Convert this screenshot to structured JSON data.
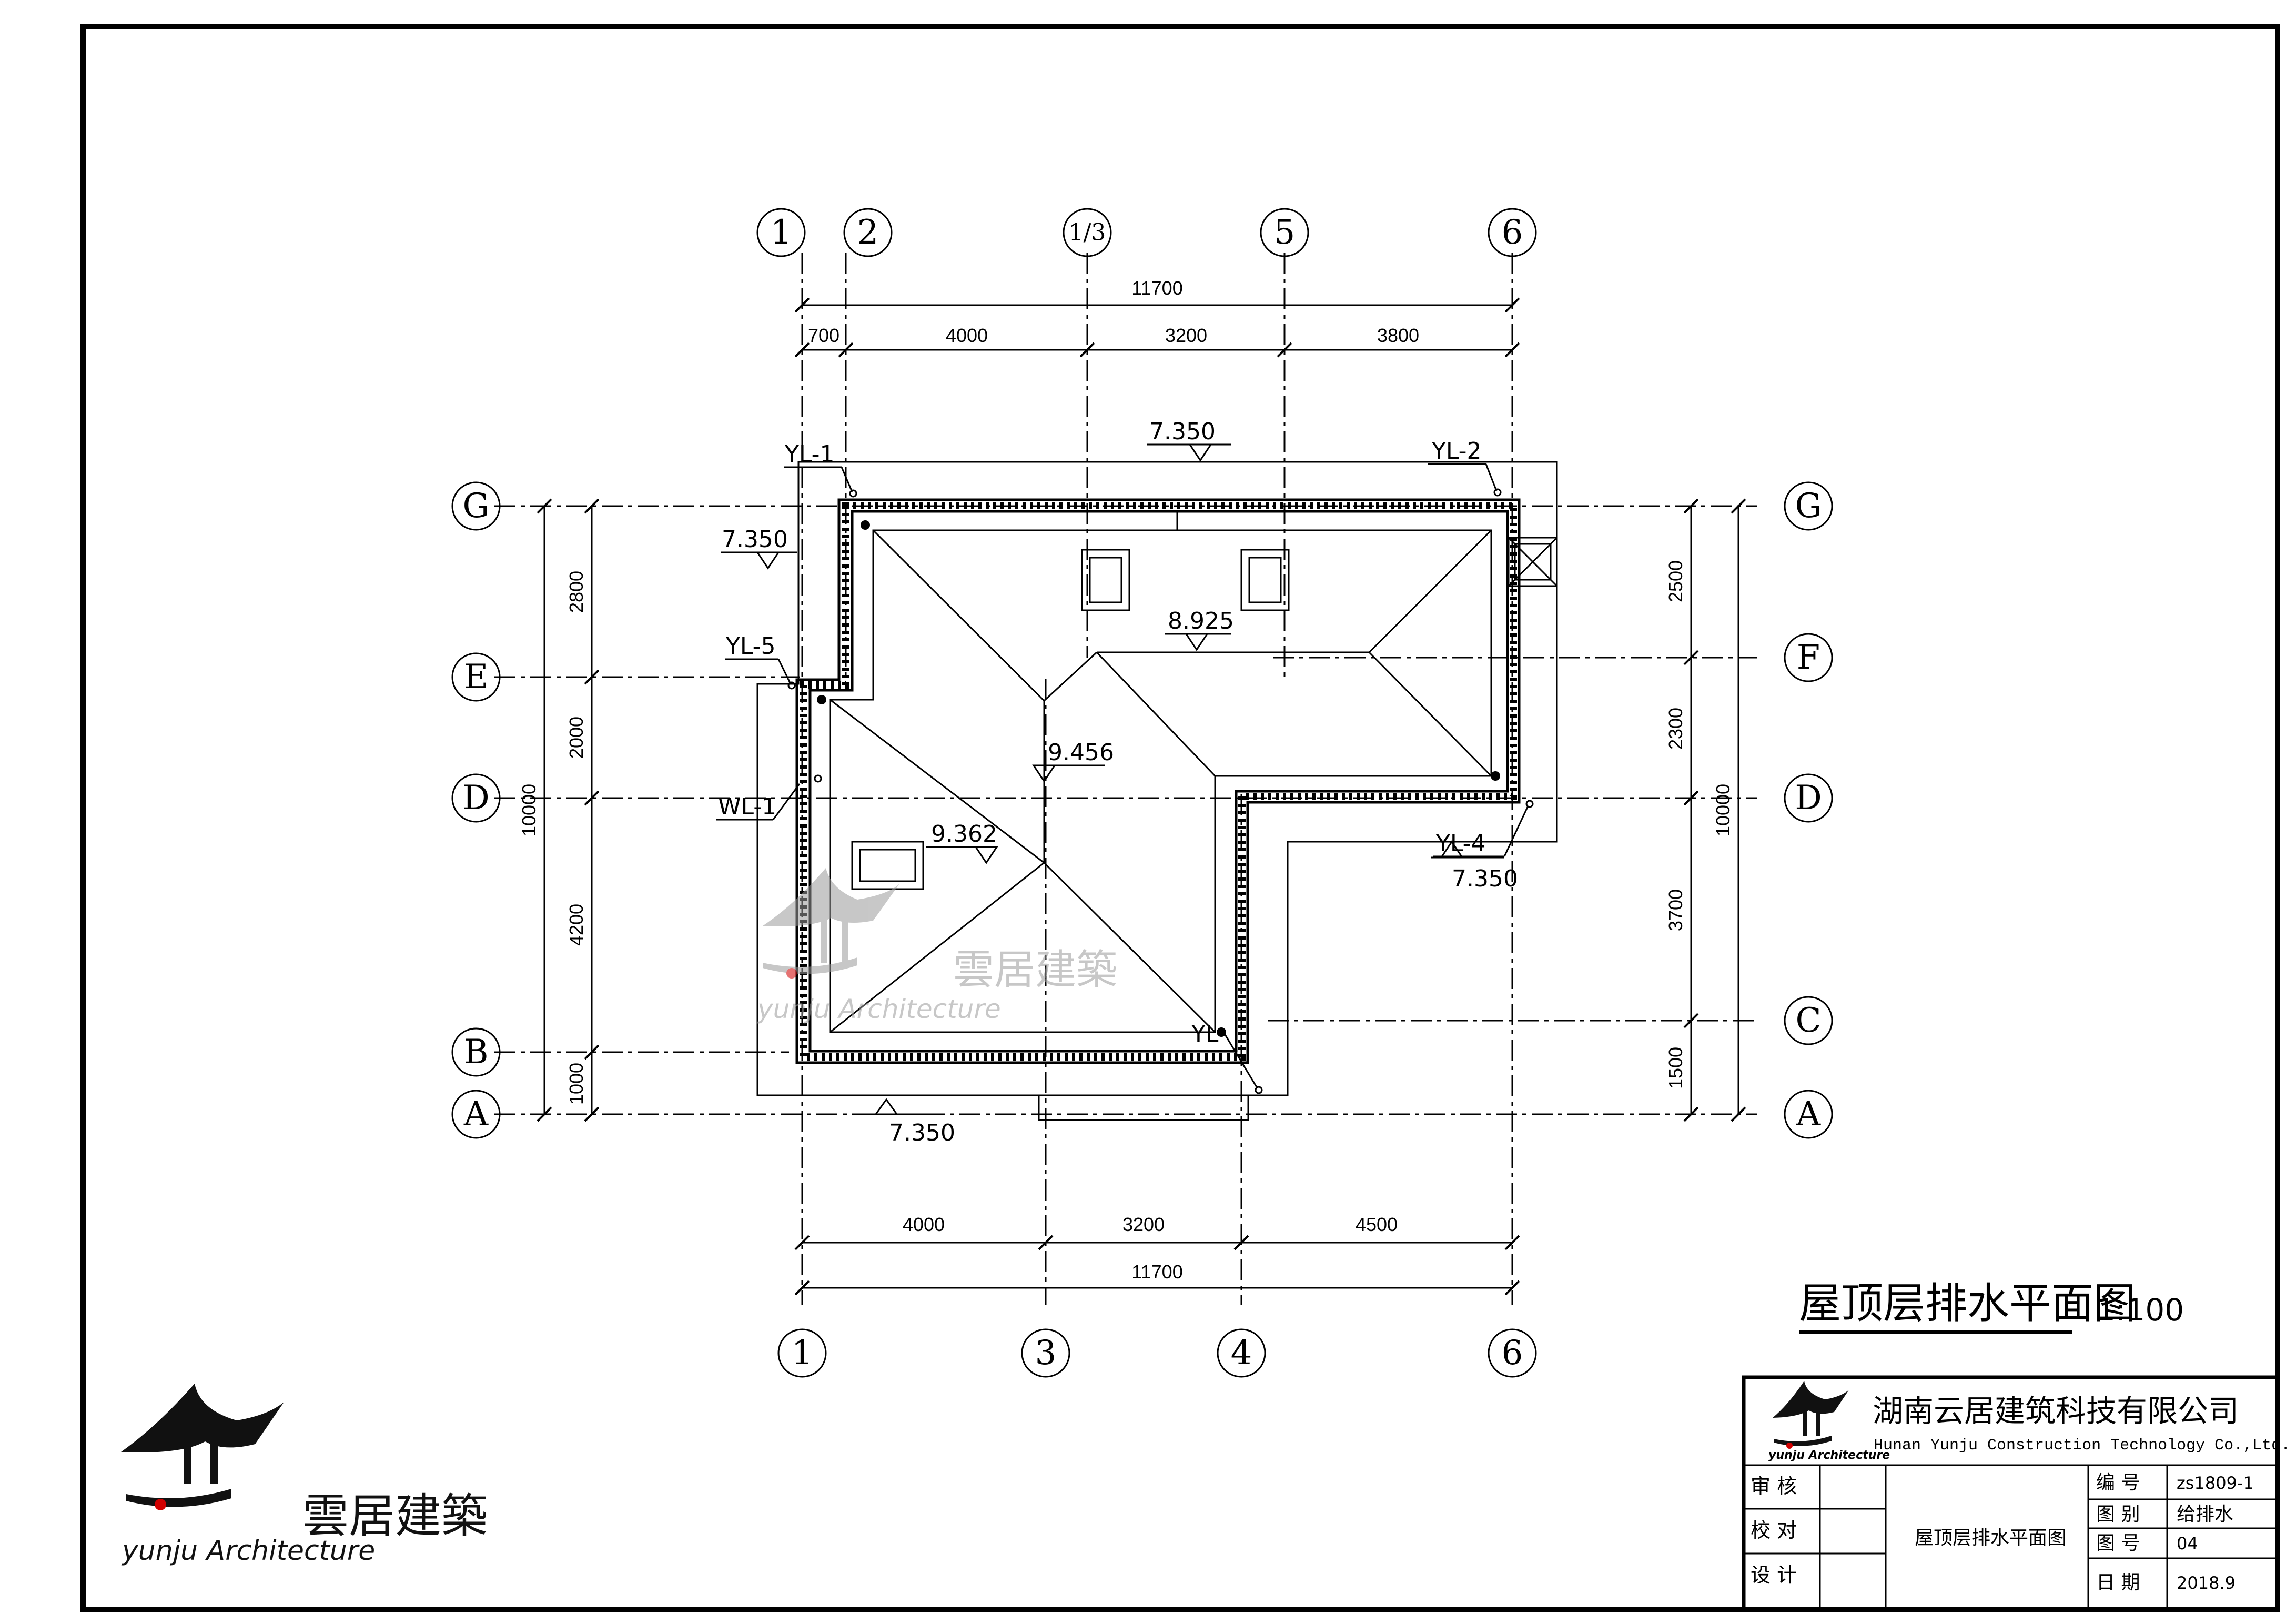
{
  "drawing": {
    "title": "屋顶层排水平面图",
    "scale": "1:100",
    "top_axes": [
      "1",
      "2",
      "1/3",
      "5",
      "6"
    ],
    "bottom_axes": [
      "1",
      "3",
      "4",
      "6"
    ],
    "left_axes": [
      "G",
      "E",
      "D",
      "B",
      "A"
    ],
    "right_axes": [
      "G",
      "F",
      "D",
      "C",
      "A"
    ],
    "top_dims": {
      "overall": "11700",
      "segments": [
        "700",
        "4000",
        "3200",
        "3800"
      ]
    },
    "bottom_dims": {
      "overall": "11700",
      "segments": [
        "4000",
        "3200",
        "4500"
      ]
    },
    "left_dims": {
      "overall": "10000",
      "segments": [
        "2800",
        "2000",
        "4200",
        "1000"
      ]
    },
    "right_dims": {
      "overall": "10000",
      "segments": [
        "2500",
        "2300",
        "3700",
        "1500"
      ]
    },
    "elevations": {
      "top": "7.350",
      "left": "7.350",
      "right": "7.350",
      "bottom": "7.350",
      "ridge": "8.925",
      "peak": "9.456",
      "hip": "9.362"
    },
    "pipes": {
      "yl1": "YL-1",
      "yl2": "YL-2",
      "yl4": "YL-4",
      "yl5": "YL-5",
      "wl1": "WL-1",
      "yl": "YL"
    }
  },
  "watermark": {
    "cn": "雲居建築",
    "en": "yunju Architecture"
  },
  "title_block": {
    "company_cn": "湖南云居建筑科技有限公司",
    "company_en": "Hunan Yunju Construction Technology Co.,Ltd.",
    "logo_text": "yunju Architecture",
    "review_label": "审  核",
    "check_label": "校  对",
    "design_label": "设  计",
    "drawing_name": "屋顶层排水平面图",
    "no_label": "编  号",
    "no_value": "zs1809-1",
    "category_label": "图  别",
    "category_value": "给排水",
    "sheet_label": "图  号",
    "sheet_value": "04",
    "date_label": "日  期",
    "date_value": "2018.9"
  }
}
